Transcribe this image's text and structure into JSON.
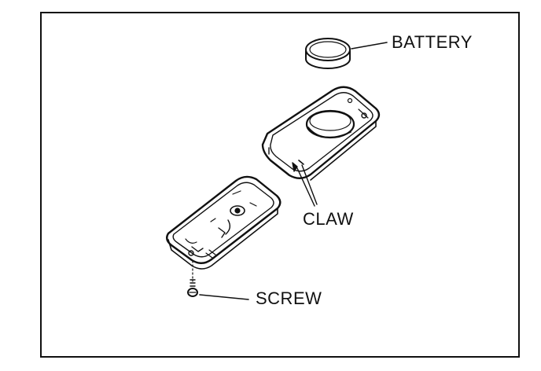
{
  "labels": {
    "battery": "BATTERY",
    "claw": "CLAW",
    "screw": "SCREW"
  },
  "colors": {
    "ink": "#111111",
    "background": "#ffffff"
  }
}
